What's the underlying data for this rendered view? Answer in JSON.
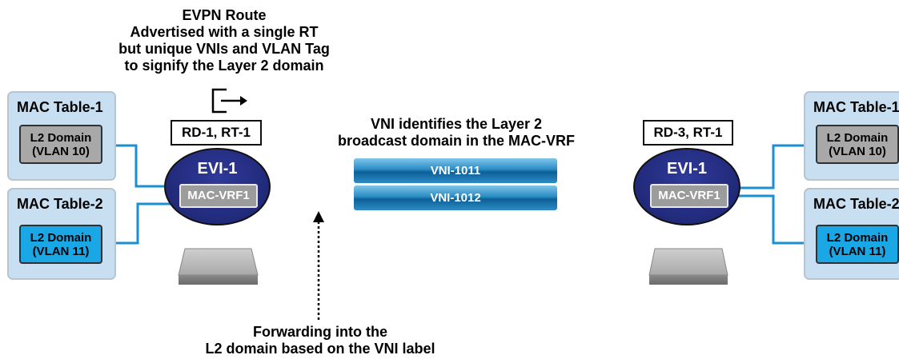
{
  "evpn_route": {
    "line1": "EVPN Route",
    "line2": "Advertised with a single RT",
    "line3": "but unique VNIs and VLAN Tag",
    "line4": "to signify the Layer 2 domain"
  },
  "vni_caption": {
    "line1": "VNI identifies the Layer 2",
    "line2": "broadcast domain in the MAC-VRF"
  },
  "forwarding_caption": {
    "line1": "Forwarding into the",
    "line2": "L2 domain based on the VNI label"
  },
  "left_side": {
    "rd_rt": "RD-1, RT-1",
    "evi": "EVI-1",
    "mac_vrf": "MAC-VRF1",
    "mac_table_1": {
      "title": "MAC Table-1",
      "l2_line1": "L2 Domain",
      "l2_line2": "(VLAN 10)"
    },
    "mac_table_2": {
      "title": "MAC Table-2",
      "l2_line1": "L2 Domain",
      "l2_line2": "(VLAN 11)"
    }
  },
  "right_side": {
    "rd_rt": "RD-3, RT-1",
    "evi": "EVI-1",
    "mac_vrf": "MAC-VRF1",
    "mac_table_1": {
      "title": "MAC Table-1",
      "l2_line1": "L2 Domain",
      "l2_line2": "(VLAN 10)"
    },
    "mac_table_2": {
      "title": "MAC Table-2",
      "l2_line1": "L2 Domain",
      "l2_line2": "(VLAN 11)"
    }
  },
  "tunnels": [
    {
      "label": "VNI-1011"
    },
    {
      "label": "VNI-1012"
    }
  ],
  "colors": {
    "mac_table_bg": "#c8dff1",
    "l2_vlan10": "#a8a8a8",
    "l2_vlan11": "#1aa7e6",
    "evi": "#232c7e",
    "link": "#1b8fd2"
  },
  "icons": [
    "export-icon",
    "dotted-arrow-up-icon",
    "switch-icon"
  ]
}
